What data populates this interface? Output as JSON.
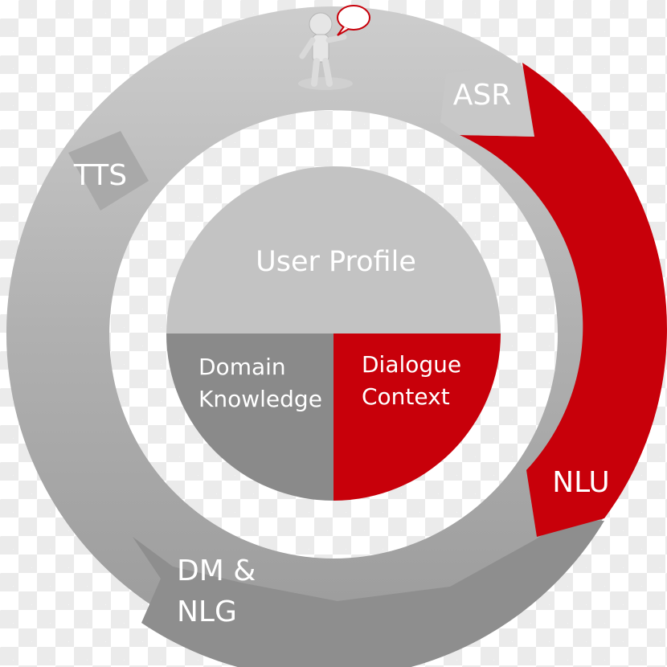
{
  "stages": {
    "asr": "ASR",
    "nlu": "NLU",
    "dm_line1": "DM &",
    "dm_line2": "NLG",
    "tts": "TTS"
  },
  "center": {
    "user_profile": "User Profile",
    "domain_line1": "Domain",
    "domain_line2": "Knowledge",
    "dialogue_line1": "Dialogue",
    "dialogue_line2": "Context"
  },
  "colors": {
    "light_gray": "#c3c3c3",
    "mid_gray": "#a8a8a8",
    "dark_gray": "#8a8a8a",
    "red": "#c8000a"
  },
  "icons": {
    "user": "speaking-person-icon",
    "speech": "speech-bubble-icon"
  }
}
